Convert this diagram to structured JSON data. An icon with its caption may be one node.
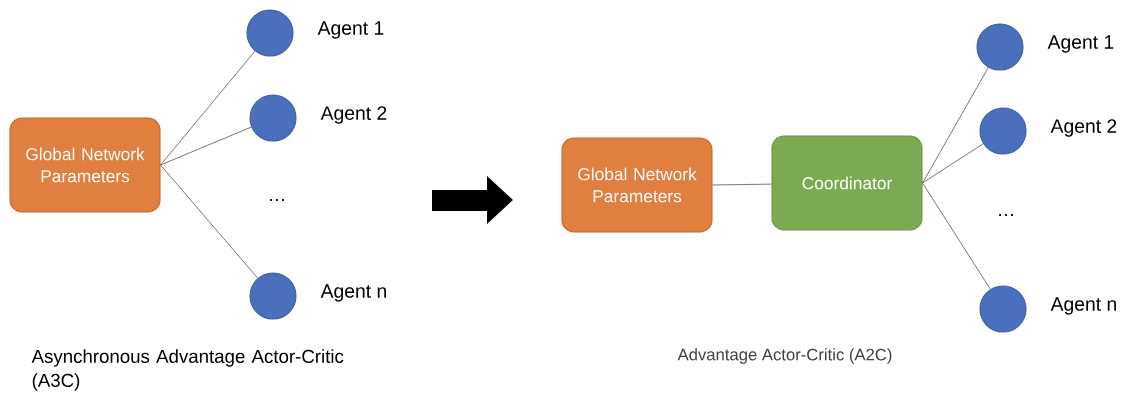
{
  "diagram": {
    "nodes": [
      {
        "text": [
          "Global Network Parameters"
        ]
      },
      {
        "text": [],
        "shape": "circle",
        "beside": [
          "Agent 1"
        ]
      },
      {
        "text": [],
        "shape": "circle",
        "beside": [
          "Agent 2"
        ]
      },
      {
        "text": [],
        "shape": "circle",
        "beside": [
          "Agent n"
        ]
      },
      {
        "text": [
          "Global Network Parameters"
        ]
      },
      {
        "text": [
          "Coordinator"
        ]
      },
      {
        "text": [],
        "shape": "circle",
        "beside": [
          "Agent 1"
        ]
      },
      {
        "text": [],
        "shape": "circle",
        "beside": [
          "Agent 2"
        ]
      },
      {
        "text": [],
        "shape": "circle",
        "beside": [
          "Agent n"
        ]
      }
    ],
    "edges": [
      {
        "from": 0,
        "to": 1,
        "arrow": "none"
      },
      {
        "from": 0,
        "to": 2,
        "arrow": "none"
      },
      {
        "from": 0,
        "to": 3,
        "arrow": "none"
      },
      {
        "from": 4,
        "to": 5,
        "arrow": "none"
      },
      {
        "from": 5,
        "to": 6,
        "arrow": "none"
      },
      {
        "from": 5,
        "to": 7,
        "arrow": "none"
      },
      {
        "from": 5,
        "to": 8,
        "arrow": "none"
      }
    ],
    "labels": [
      "…",
      "…",
      "Asynchronous Advantage Actor-Critic (A3C)",
      "Advantage Actor-Critic (A2C)"
    ]
  }
}
